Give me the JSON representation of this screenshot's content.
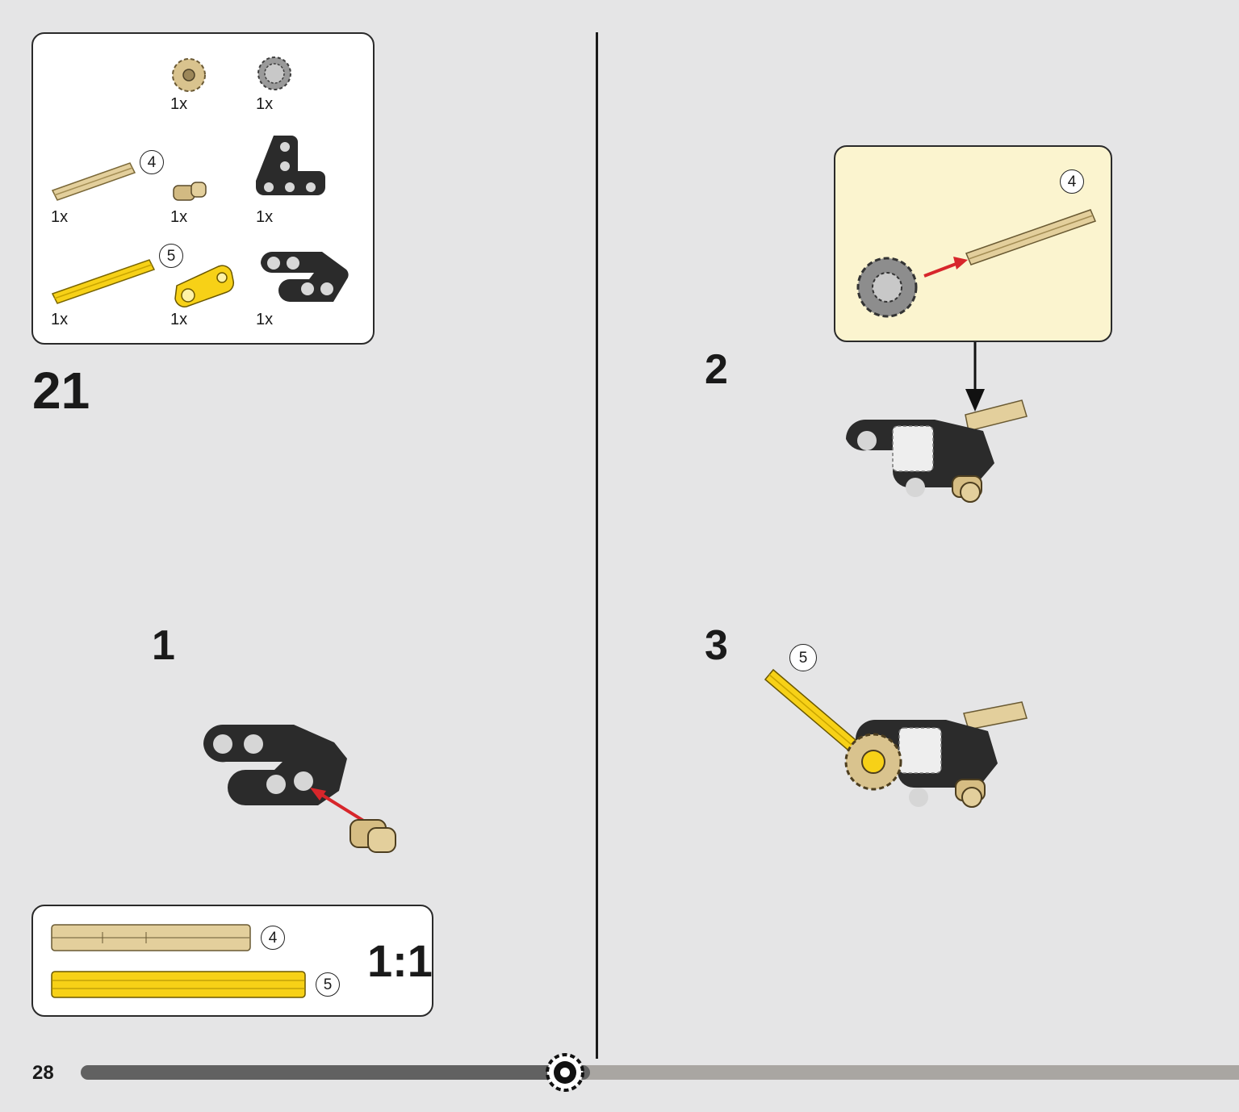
{
  "page": {
    "number": "28",
    "progress_fraction": 0.44
  },
  "parts_list": {
    "items": [
      {
        "name": "tan-gear",
        "qty": "1x"
      },
      {
        "name": "gray-gear",
        "qty": "1x"
      },
      {
        "name": "tan-axle-4",
        "qty": "1x",
        "length": "4"
      },
      {
        "name": "tan-pin",
        "qty": "1x"
      },
      {
        "name": "black-t-beam",
        "qty": "1x"
      },
      {
        "name": "yellow-axle-5",
        "qty": "1x",
        "length": "5"
      },
      {
        "name": "yellow-connector",
        "qty": "1x"
      },
      {
        "name": "black-bent-beam",
        "qty": "1x"
      }
    ]
  },
  "build": {
    "step_number": "21",
    "substeps": [
      {
        "label": "1"
      },
      {
        "label": "2",
        "callout_length": "4"
      },
      {
        "label": "3",
        "axle_length": "5"
      }
    ]
  },
  "scale_box": {
    "ratio": "1:1",
    "axles": [
      {
        "length": "4",
        "color": "#e3cf9c"
      },
      {
        "length": "5",
        "color": "#f7d117"
      }
    ]
  },
  "colors": {
    "tan": "#e3cf9c",
    "yellow": "#f7d117",
    "black": "#2b2b2b",
    "gray": "#8d8d8d",
    "arrow": "#d7262b"
  }
}
